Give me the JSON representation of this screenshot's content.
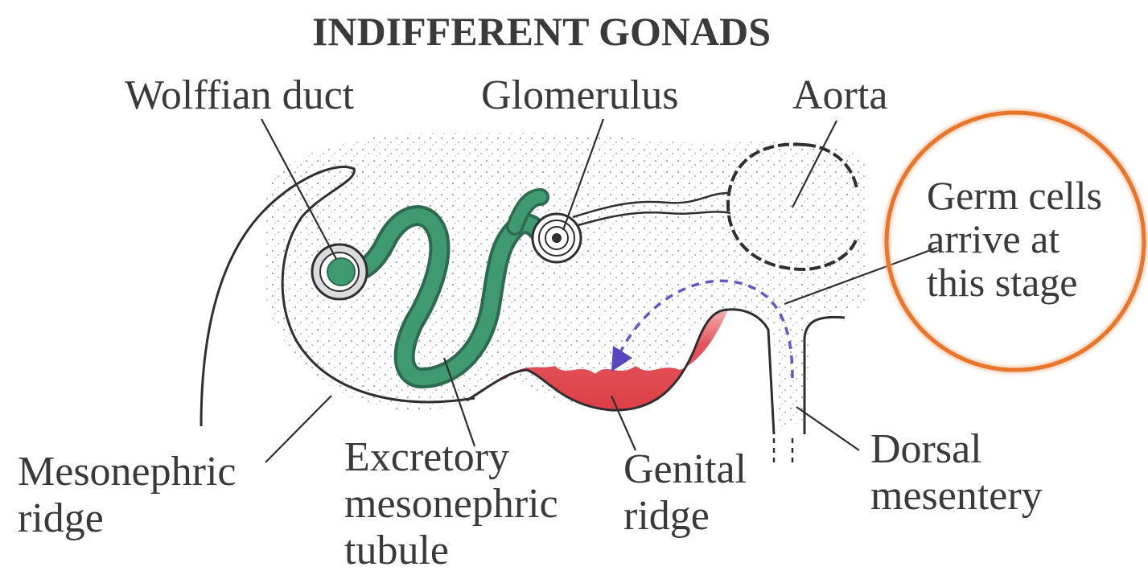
{
  "title": "INDIFFERENT GONADS",
  "labels": {
    "wolffian_duct": "Wolffian duct",
    "glomerulus": "Glomerulus",
    "aorta": "Aorta",
    "germ_cells": [
      "Germ cells",
      "arrive at",
      "this stage"
    ],
    "mesonephric_ridge": [
      "Mesonephric",
      "ridge"
    ],
    "excretory_tubule": [
      "Excretory",
      "mesonephric",
      "tubule"
    ],
    "genital_ridge": [
      "Genital",
      "ridge"
    ],
    "dorsal_mesentery": [
      "Dorsal",
      "mesentery"
    ]
  },
  "colors": {
    "tubule_green": "#3f9a72",
    "genital_red": "#e0474f",
    "highlight_orange": "#e8752a",
    "migration_arrow": "#6a55c8",
    "ink": "#2f2f2f"
  }
}
